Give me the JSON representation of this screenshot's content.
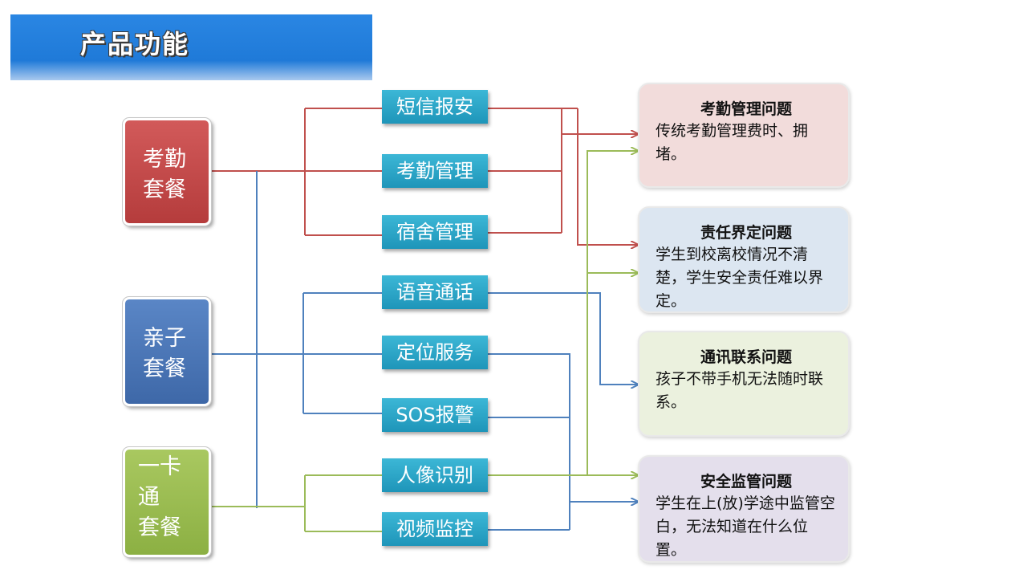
{
  "header": {
    "title": "产品功能"
  },
  "packages": [
    {
      "line1": "考勤",
      "line2": "套餐",
      "line3": "",
      "color": "#c04848"
    },
    {
      "line1": "亲子",
      "line2": "套餐",
      "line3": "",
      "color": "#4a76b8"
    },
    {
      "line1": "一卡",
      "line2": "通",
      "line3": "套餐",
      "color": "#9bbb50"
    }
  ],
  "features": [
    {
      "label": "短信报安"
    },
    {
      "label": "考勤管理"
    },
    {
      "label": "宿舍管理"
    },
    {
      "label": "语音通话"
    },
    {
      "label": "定位服务"
    },
    {
      "label": "SOS报警"
    },
    {
      "label": "人像识别"
    },
    {
      "label": "视频监控"
    }
  ],
  "problems": [
    {
      "title": "考勤管理问题",
      "description": "传统考勤管理费时、拥堵。",
      "bg": "#f2dcdb"
    },
    {
      "title": "责任界定问题",
      "description": "学生到校离校情况不清楚，学生安全责任难以界定。",
      "bg": "#dce6f1"
    },
    {
      "title": "通讯联系问题",
      "description": "孩子不带手机无法随时联系。",
      "bg": "#ebf1de"
    },
    {
      "title": "安全监管问题",
      "description": "学生在上(放)学途中监管空白，无法知道在什么位置。",
      "bg": "#e4dfec"
    }
  ],
  "line_colors": {
    "red": "#c0504d",
    "blue": "#4f81bd",
    "green": "#9bbb59"
  }
}
